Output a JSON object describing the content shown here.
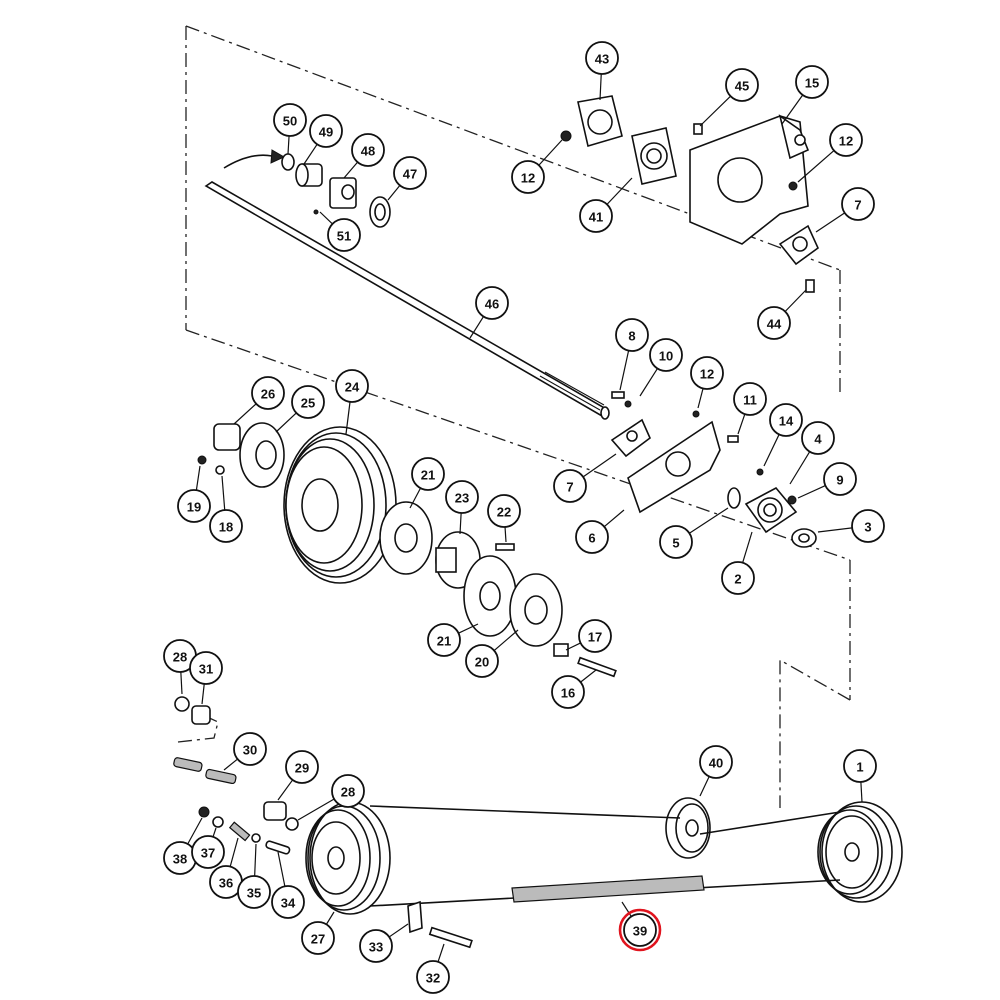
{
  "callouts": [
    {
      "id": "c50",
      "label": "50"
    },
    {
      "id": "c49",
      "label": "49"
    },
    {
      "id": "c48",
      "label": "48"
    },
    {
      "id": "c47",
      "label": "47"
    },
    {
      "id": "c51",
      "label": "51"
    },
    {
      "id": "c46",
      "label": "46"
    },
    {
      "id": "c43",
      "label": "43"
    },
    {
      "id": "c45",
      "label": "45"
    },
    {
      "id": "c15",
      "label": "15"
    },
    {
      "id": "c12a",
      "label": "12"
    },
    {
      "id": "c12b",
      "label": "12"
    },
    {
      "id": "c41",
      "label": "41"
    },
    {
      "id": "c7a",
      "label": "7"
    },
    {
      "id": "c44",
      "label": "44"
    },
    {
      "id": "c8",
      "label": "8"
    },
    {
      "id": "c10",
      "label": "10"
    },
    {
      "id": "c12c",
      "label": "12"
    },
    {
      "id": "c11",
      "label": "11"
    },
    {
      "id": "c14",
      "label": "14"
    },
    {
      "id": "c4",
      "label": "4"
    },
    {
      "id": "c9",
      "label": "9"
    },
    {
      "id": "c7b",
      "label": "7"
    },
    {
      "id": "c6",
      "label": "6"
    },
    {
      "id": "c5",
      "label": "5"
    },
    {
      "id": "c3",
      "label": "3"
    },
    {
      "id": "c2",
      "label": "2"
    },
    {
      "id": "c26",
      "label": "26"
    },
    {
      "id": "c25",
      "label": "25"
    },
    {
      "id": "c24",
      "label": "24"
    },
    {
      "id": "c19",
      "label": "19"
    },
    {
      "id": "c18",
      "label": "18"
    },
    {
      "id": "c21a",
      "label": "21"
    },
    {
      "id": "c23",
      "label": "23"
    },
    {
      "id": "c22",
      "label": "22"
    },
    {
      "id": "c21b",
      "label": "21"
    },
    {
      "id": "c20",
      "label": "20"
    },
    {
      "id": "c17",
      "label": "17"
    },
    {
      "id": "c16",
      "label": "16"
    },
    {
      "id": "c28a",
      "label": "28"
    },
    {
      "id": "c31",
      "label": "31"
    },
    {
      "id": "c30",
      "label": "30"
    },
    {
      "id": "c29",
      "label": "29"
    },
    {
      "id": "c28b",
      "label": "28"
    },
    {
      "id": "c40",
      "label": "40"
    },
    {
      "id": "c1",
      "label": "1"
    },
    {
      "id": "c38",
      "label": "38"
    },
    {
      "id": "c37",
      "label": "37"
    },
    {
      "id": "c36",
      "label": "36"
    },
    {
      "id": "c35",
      "label": "35"
    },
    {
      "id": "c34",
      "label": "34"
    },
    {
      "id": "c27",
      "label": "27"
    },
    {
      "id": "c33",
      "label": "33"
    },
    {
      "id": "c32",
      "label": "32"
    },
    {
      "id": "c39",
      "label": "39"
    }
  ],
  "highlight": {
    "callout": "39",
    "color": "#e0141e"
  }
}
